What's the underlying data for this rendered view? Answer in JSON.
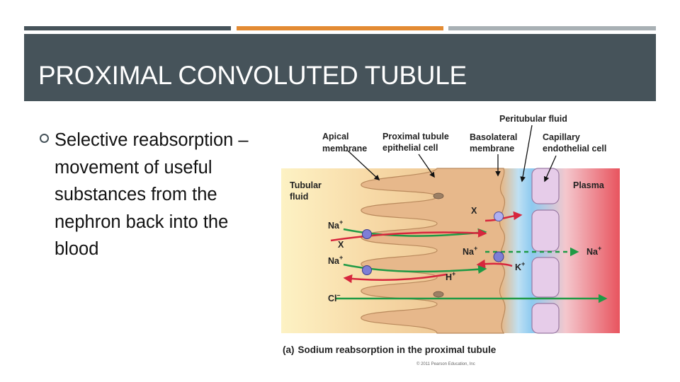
{
  "slide": {
    "title": "PROXIMAL CONVOLUTED TUBULE",
    "bullets": [
      "Selective reabsorption – movement of useful substances from the nephron back into the blood"
    ],
    "accent_colors": {
      "dark": "#46535a",
      "orange": "#e38b33",
      "light": "#a8b0b4"
    }
  },
  "figure": {
    "labels": {
      "peritubular_fluid": "Peritubular fluid",
      "apical_line1": "Apical",
      "apical_line2": "membrane",
      "pt_line1": "Proximal tubule",
      "pt_line2": "epithelial cell",
      "baso_line1": "Basolateral",
      "baso_line2": "membrane",
      "cap_line1": "Capillary",
      "cap_line2": "endothelial  cell",
      "tubular_line1": "Tubular",
      "tubular_line2": "fluid",
      "plasma": "Plasma"
    },
    "ions": {
      "na1": "Na",
      "x1": "X",
      "na2": "Na",
      "cl": "Cl",
      "x_right": "X",
      "na_mid": "Na",
      "h": "H",
      "k": "K",
      "na_plasma": "Na"
    },
    "charges": {
      "plus": "+",
      "minus": "–"
    },
    "caption_prefix": "(a)",
    "caption": "Sodium reabsorption in the proximal tubule",
    "credit": "© 2011 Pearson Education, Inc"
  }
}
